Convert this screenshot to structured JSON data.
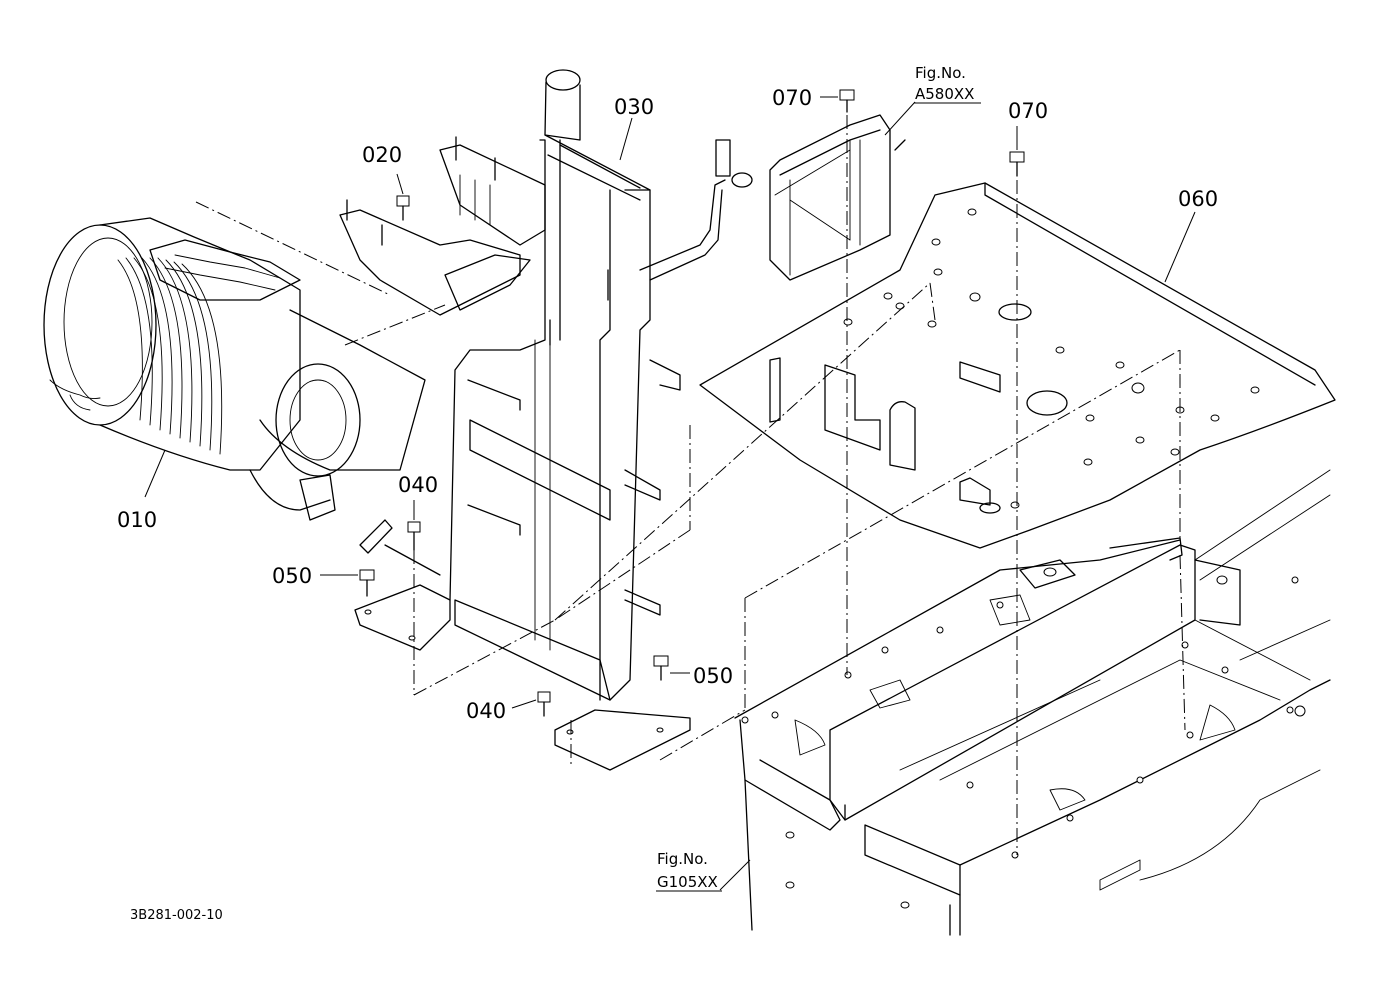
{
  "callouts": {
    "c010": "010",
    "c020": "020",
    "c030": "030",
    "c040a": "040",
    "c040b": "040",
    "c050a": "050",
    "c050b": "050",
    "c060": "060",
    "c070a": "070",
    "c070b": "070"
  },
  "figure_refs": {
    "top": {
      "label": "Fig.No.",
      "number": "A580XX"
    },
    "bottom": {
      "label": "Fig.No.",
      "number": "G105XX"
    }
  },
  "drawing_code": "3B281-002-10"
}
